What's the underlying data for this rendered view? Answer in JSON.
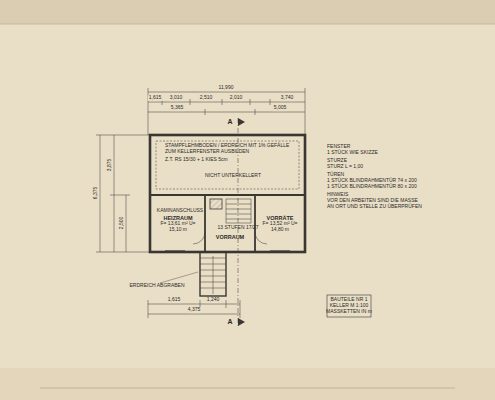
{
  "diagram": {
    "nodes": [
      {
        "text": [
          "HEIZRAUM",
          "F= 13,61 m² U= 15,10 m"
        ]
      },
      {
        "text": [
          "VORRAUM"
        ]
      },
      {
        "text": [
          "VORRÄTE",
          "F= 13,52 m² U= 14,80 m"
        ]
      }
    ],
    "labels": [
      "A",
      "A",
      "11,990",
      "1,615",
      "3,010",
      "2,510",
      "2,010",
      "3,740",
      "5,365",
      "5,005",
      "6,375",
      "3,875",
      "2,500",
      "STAMPFLEHMBODEN / ERDREICH MIT 1% GEFÄLLE",
      "ZUM KELLERFENSTER AUSBILDEN",
      "Z.T. RS 15/30 + 1 KIES 5cm",
      "NICHT UNTERKELLERT",
      "KAMINANSCHLUSS",
      "13 STUFEN 17/27",
      "FENSTER",
      "1 STÜCK WIE SKIZZE",
      "STURZE",
      "STURZ L = 1,00",
      "TÜREN",
      "1 STÜCK BLINDRAHMENTÜR 74 x 200",
      "1 STÜCK BLINDRAHMENTÜR 80 x 200",
      "HINWEIS",
      "VOR DEN ARBEITEN SIND DIE MASSE",
      "AN ORT UND STELLE ZU ÜBERPRÜFEN",
      "ERDREICH ABGRABEN",
      "1,615",
      "1,240",
      "4,375",
      "BAUTEILE NR 1",
      "KELLER M 1:100",
      "MASSKETTEN IN m"
    ]
  }
}
